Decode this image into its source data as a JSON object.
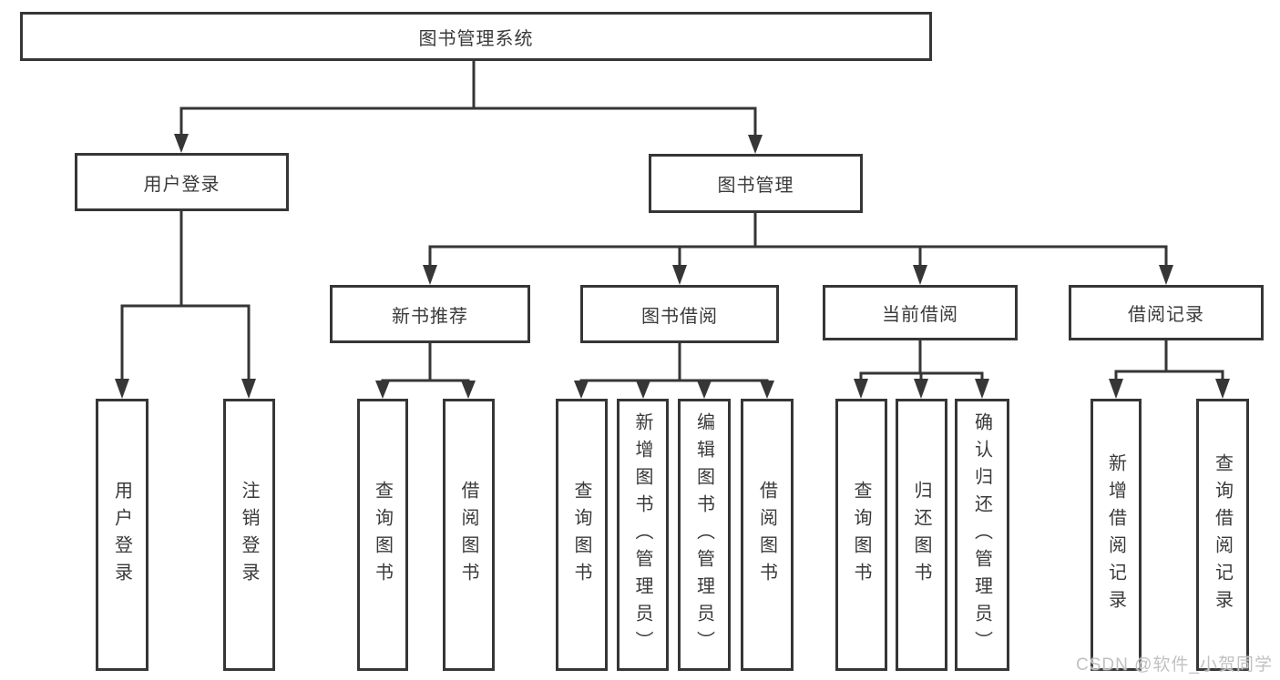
{
  "root": {
    "label": "图书管理系统"
  },
  "branches": [
    {
      "label": "用户登录",
      "children": [
        {
          "label": "用户登录"
        },
        {
          "label": "注销登录"
        }
      ]
    },
    {
      "label": "图书管理",
      "sections": [
        {
          "label": "新书推荐",
          "children": [
            {
              "label": "查询图书"
            },
            {
              "label": "借阅图书"
            }
          ]
        },
        {
          "label": "图书借阅",
          "children": [
            {
              "label": "查询图书"
            },
            {
              "label": "新增图书（管理员）"
            },
            {
              "label": "编辑图书（管理员）"
            },
            {
              "label": "借阅图书"
            }
          ]
        },
        {
          "label": "当前借阅",
          "children": [
            {
              "label": "查询图书"
            },
            {
              "label": "归还图书"
            },
            {
              "label": "确认归还（管理员）"
            }
          ]
        },
        {
          "label": "借阅记录",
          "children": [
            {
              "label": "新增借阅记录"
            },
            {
              "label": "查询借阅记录"
            }
          ]
        }
      ]
    }
  ],
  "watermark": "CSDN @软件_小贺同学",
  "colors": {
    "line": "#363636",
    "text": "#3a3a3a",
    "background": "#ffffff",
    "watermark": "#c1c1c1"
  }
}
